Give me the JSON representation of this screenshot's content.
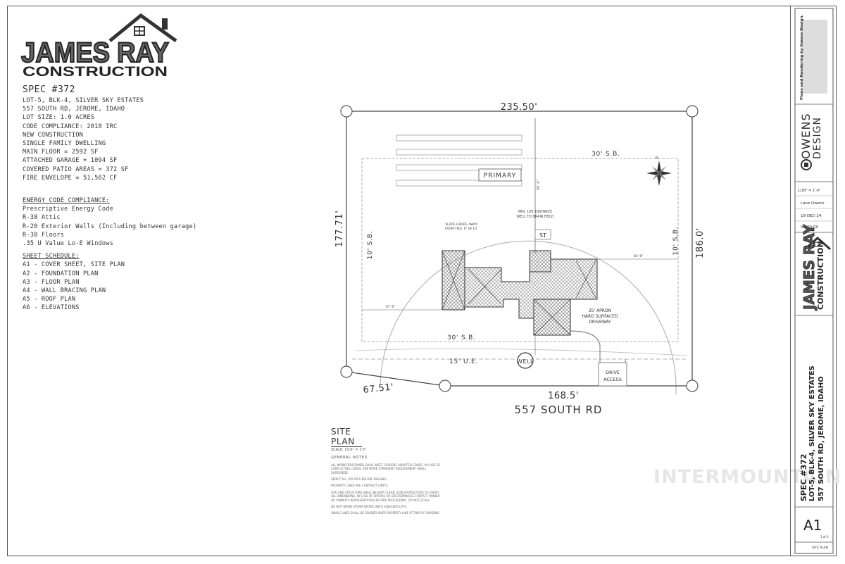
{
  "company": {
    "logo_line1": "JAMES RAY",
    "logo_line2": "CONSTRUCTION"
  },
  "spec": {
    "title": "SPEC #372",
    "lines": [
      "LOT-5, BLK-4, SILVER SKY ESTATES",
      "557 SOUTH RD, JEROME, IDAHO",
      "LOT SIZE: 1.0 ACRES",
      "CODE COMPLIANCE: 2018 IRC",
      "NEW CONSTRUCTION",
      "SINGLE FAMILY DWELLING",
      "MAIN FLOOR = 2592 SF",
      "ATTACHED GARAGE = 1094 SF",
      "COVERED PATIO AREAS = 372 SF",
      "FIRE ENVELOPE = 51,562 CF"
    ],
    "energy_header": "ENERGY CODE COMPLIANCE:",
    "energy_lines": [
      "Prescriptive Energy Code",
      "R-38 Attic",
      "R-20 Exterior Walls (Including between garage)",
      "R-30 Floors",
      ".35 U Value Lo-E Windows"
    ],
    "sheet_header": "SHEET SCHEDULE:",
    "sheet_lines": [
      "A1 - COVER SHEET, SITE PLAN",
      "A2 - FOUNDATION PLAN",
      "A3 - FLOOR PLAN",
      "A4 - WALL BRACING PLAN",
      "A5 - ROOF PLAN",
      "A6 - ELEVATIONS"
    ]
  },
  "site_plan": {
    "top_dim": "235.50'",
    "left_dim": "177.71'",
    "right_dim": "186.0'",
    "bottom_dim": "168.5'",
    "corner_dim": "67.51'",
    "road": "557 SOUTH RD",
    "sb_top": "30' S.B.",
    "sb_left": "10' S.B.",
    "sb_right": "10' S.B.",
    "sb_bottom": "30' S.B.",
    "ue": "15' U.E.",
    "well": "WELL",
    "primary": "PRIMARY",
    "st": "ST",
    "drive": [
      "DRIVE",
      "ACCESS"
    ],
    "apron": [
      "25' APRON",
      "HARD SURFACED",
      "DRIVEWAY"
    ],
    "slope": [
      "SLOPE GRADE AWAY",
      "FROM FND. 6\" IN 10'"
    ],
    "min_dist": [
      "MIN. 100' DISTANCE",
      "WELL TO DRAIN FIELD"
    ],
    "dim_67": "67' 6\"",
    "dim_84": "84' 6\""
  },
  "notes": {
    "title": "SITE PLAN",
    "scale": "SCALE: 1/16\" = 1'0\"",
    "general": "GENERAL NOTES",
    "items": [
      "ALL WORK PERFORMED SHALL MEET CURRENT ADOPTED CODES. IN CASE OF CONFLICTING CODES, THE MORE STRINGENT REQUIREMENT SHALL SUPERSEDE.",
      "VERIFY ALL UTILITIES BEFORE DIGGING.",
      "PROPERTY LINES ARE CONTRACT LIMITS.",
      "SITE AND STRUCTURE SHALL BE KEPT CLEAN. SUBCONTRACTORS TO VERIFY ALL DIMENSIONS. IN CASE OF ERRORS OR DISCREPANCIES CONTACT OWNER OR OWNER'S REPRESENTATIVE BEFORE PROCEEDING. DO NOT SCALE.",
      "DO NOT DRAIN STORM WATER ONTO ADJACENT LOTS.",
      "SWALE LINES SHALL BE GRADED OVER PROPERTY LINE AT TIME OF GRADING."
    ]
  },
  "watermark": "INTERMOUNTAIN",
  "titleblock": {
    "credit": "Plans and Rendering by Owens Design.",
    "firm_big": "OWENS",
    "firm_sub": "DESIGN",
    "scale_val": "1/16\" = 1'-0\"",
    "drawn_by": "Lane Owens",
    "date": "18-DEC-24",
    "last_rev": "00-00-00",
    "logo1": "JAMES RAY",
    "logo2": "CONSTRUCTION",
    "project": [
      "SPEC #372",
      "LOT-5, BLK-4, SILVER SKY ESTATES",
      "557 SOUTH RD, JEROME, IDAHO"
    ],
    "sheet": "A1",
    "sheet_of": "1 of 6",
    "plan_name": "SITE PLAN"
  }
}
